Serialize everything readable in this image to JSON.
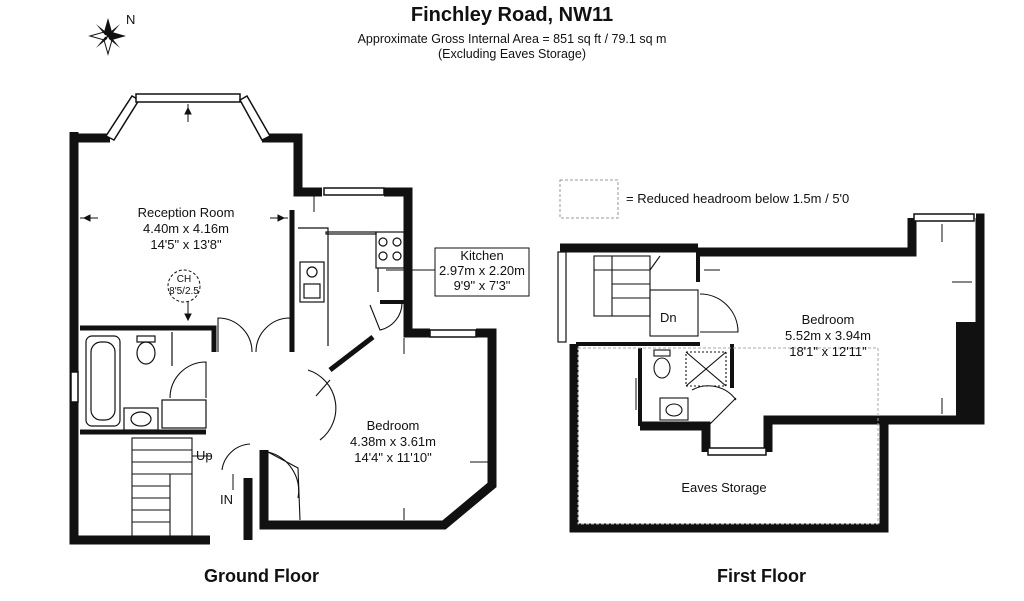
{
  "header": {
    "title": "Finchley Road, NW11",
    "area_line": "Approximate Gross Internal Area = 851 sq ft / 79.1 sq m",
    "note_line": "(Excluding Eaves Storage)"
  },
  "compass": {
    "north_label": "N"
  },
  "legend": {
    "text": "= Reduced headroom below 1.5m / 5'0"
  },
  "ground_floor": {
    "label": "Ground Floor",
    "reception": {
      "name": "Reception Room",
      "metric": "4.40m x 4.16m",
      "imperial": "14'5\" x 13'8\""
    },
    "ch": {
      "label": "CH",
      "size": "8'5/2.5"
    },
    "kitchen": {
      "name": "Kitchen",
      "metric": "2.97m x 2.20m",
      "imperial": "9'9\" x 7'3\""
    },
    "bedroom": {
      "name": "Bedroom",
      "metric": "4.38m x 3.61m",
      "imperial": "14'4\" x 11'10\""
    },
    "stairs_label": "Up",
    "entrance_label": "IN"
  },
  "first_floor": {
    "label": "First Floor",
    "bedroom": {
      "name": "Bedroom",
      "metric": "5.52m x 3.94m",
      "imperial": "18'1\" x 12'11\""
    },
    "stairs_label": "Dn",
    "eaves_label": "Eaves Storage"
  }
}
